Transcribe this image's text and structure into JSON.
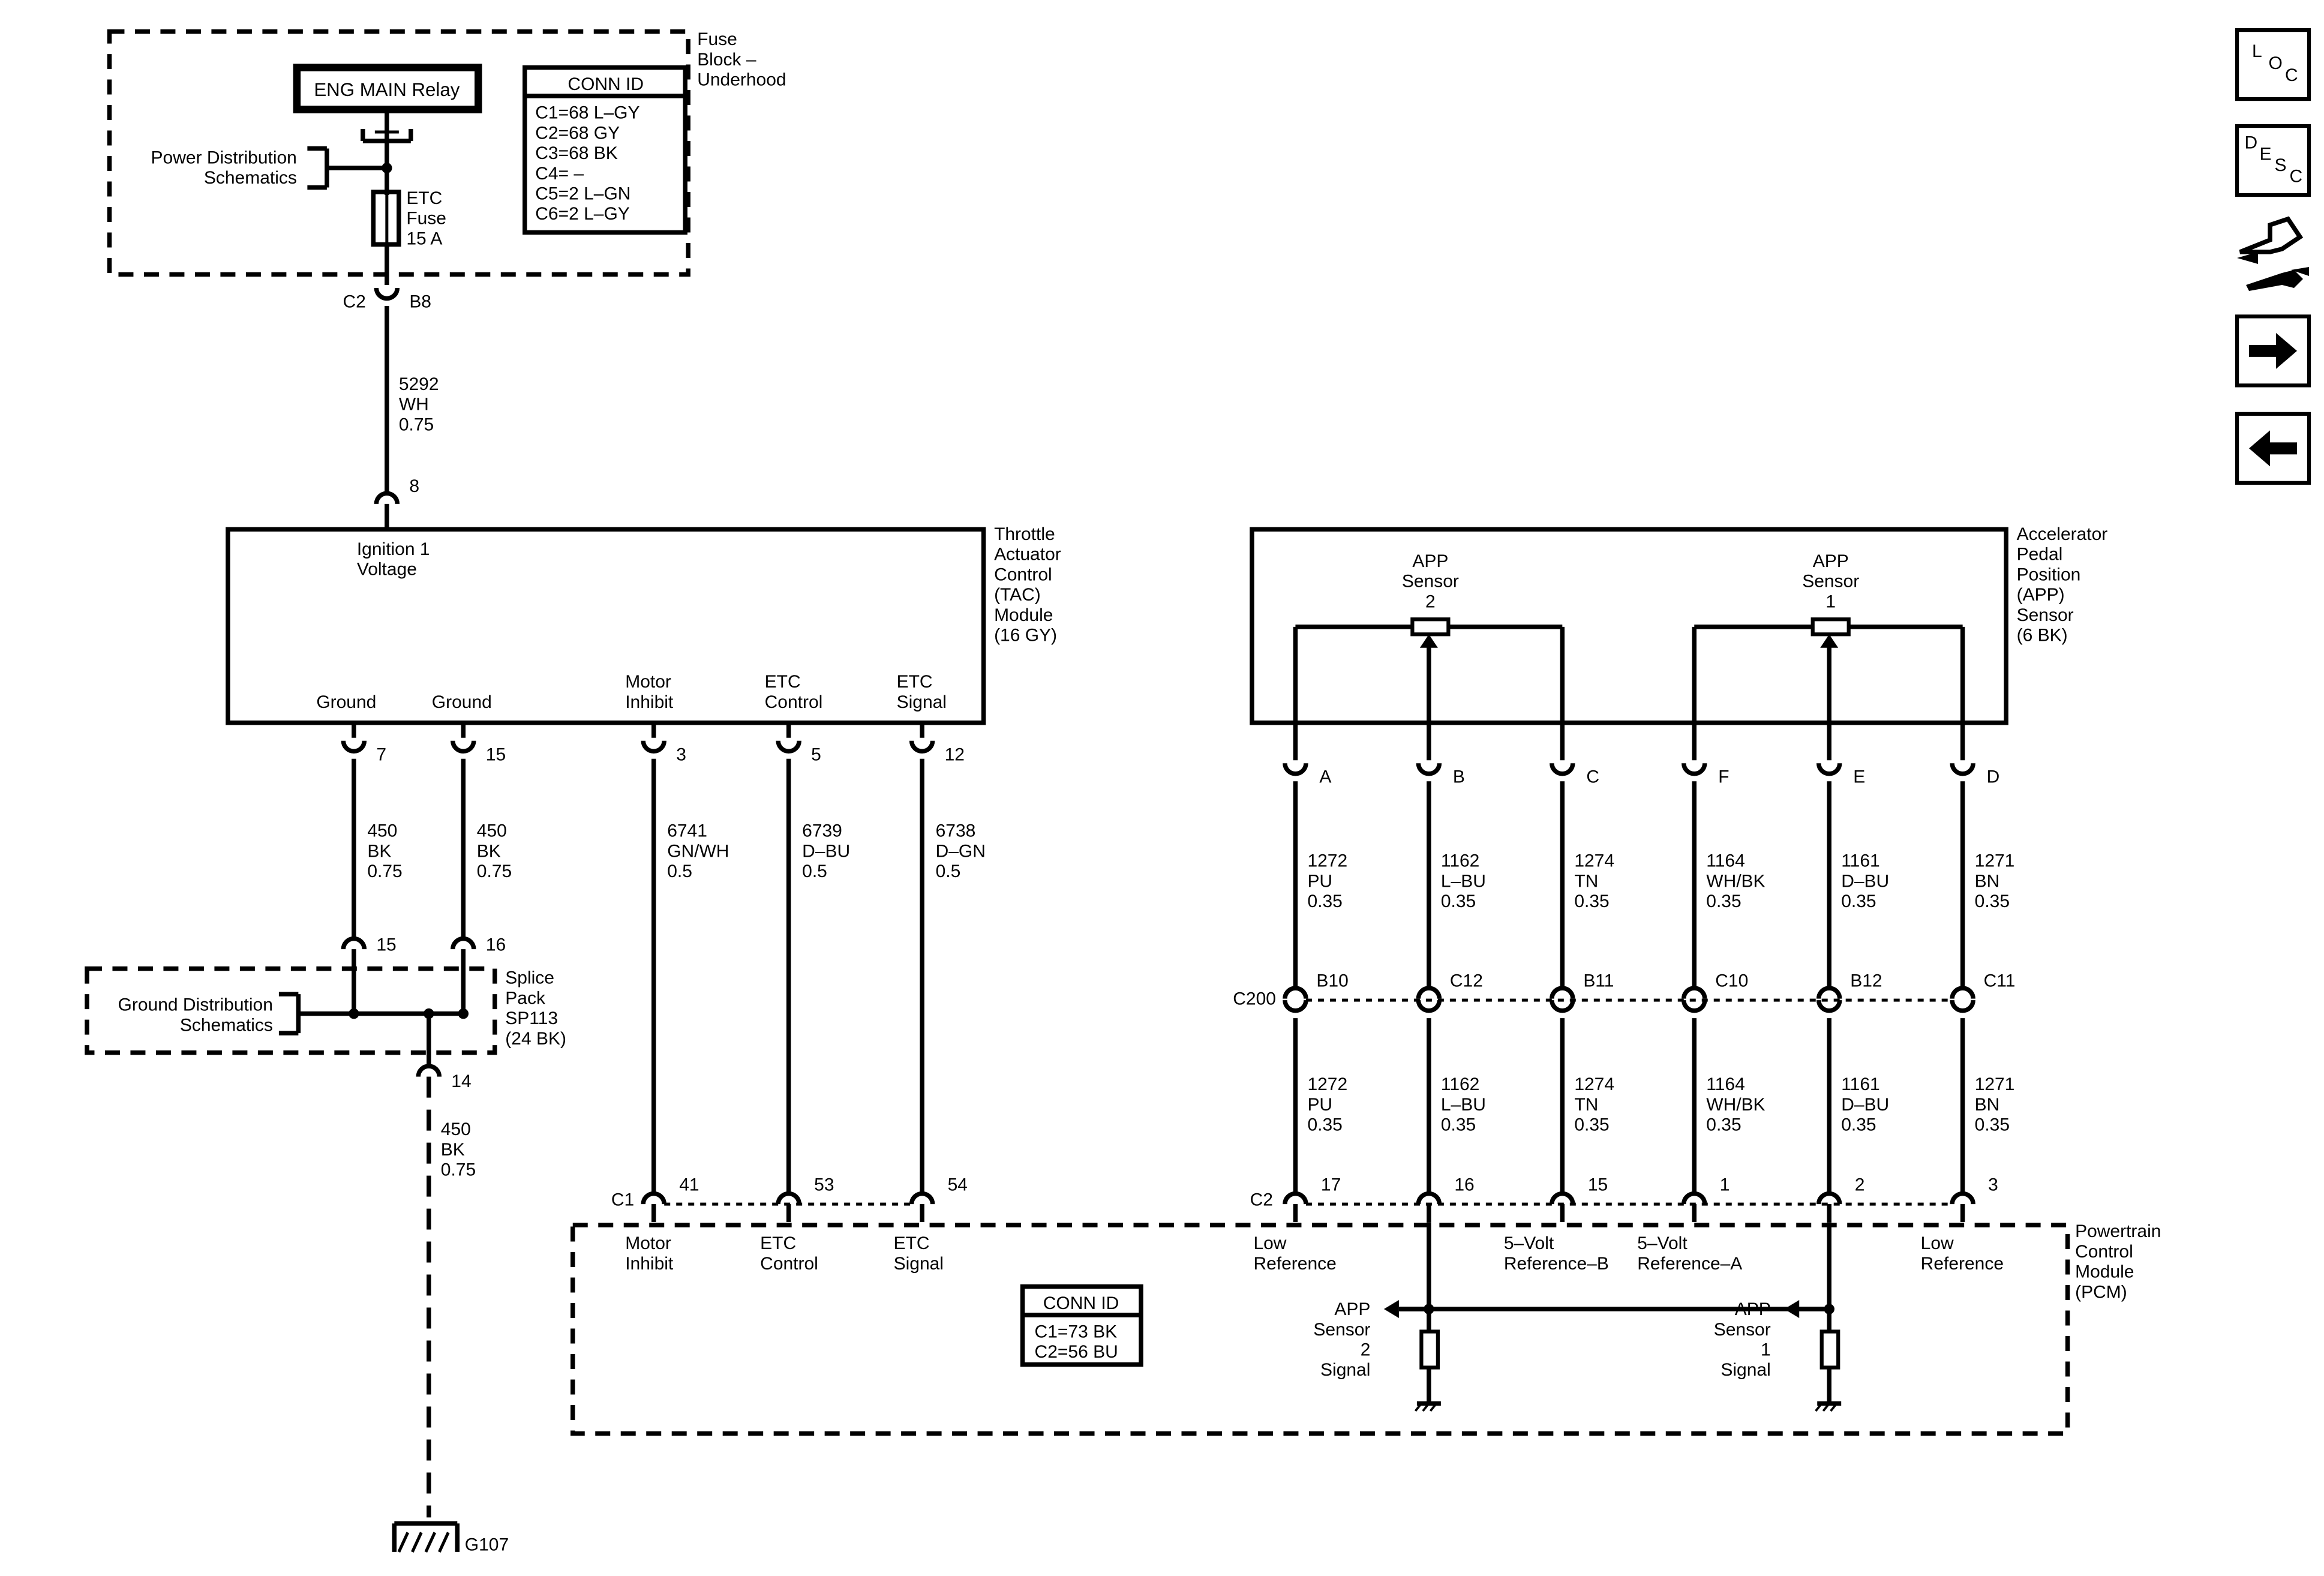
{
  "fuse_block": {
    "title": [
      "Fuse",
      "Block –",
      "Underhood"
    ],
    "relay_label": "ENG MAIN Relay",
    "power_dist": [
      "Power Distribution",
      "Schematics"
    ],
    "fuse_label": [
      "ETC",
      "Fuse",
      "15 A"
    ],
    "conn_id_title": "CONN ID",
    "conn_id_rows": [
      "C1=68 L–GY",
      "C2=68 GY",
      "C3=68 BK",
      "C4= –",
      "C5=2 L–GN",
      "C6=2 L–GY"
    ]
  },
  "fuse_connector": {
    "conn": "C2",
    "pin": "B8"
  },
  "ignition_wire": {
    "circuit": "5292",
    "color": "WH",
    "size": "0.75",
    "pin": "8"
  },
  "tac_module": {
    "title": [
      "Throttle",
      "Actuator",
      "Control",
      "(TAC)",
      "Module",
      "(16 GY)"
    ],
    "ignition_label": [
      "Ignition 1",
      "Voltage"
    ],
    "pins": [
      {
        "label": [
          "Ground"
        ],
        "pin": "7",
        "circuit": "450",
        "color": "BK",
        "size": "0.75"
      },
      {
        "label": [
          "Ground"
        ],
        "pin": "15",
        "circuit": "450",
        "color": "BK",
        "size": "0.75"
      },
      {
        "label": [
          "Motor",
          "Inhibit"
        ],
        "pin": "3",
        "circuit": "6741",
        "color": "GN/WH",
        "size": "0.5"
      },
      {
        "label": [
          "ETC",
          "Control"
        ],
        "pin": "5",
        "circuit": "6739",
        "color": "D–BU",
        "size": "0.5"
      },
      {
        "label": [
          "ETC",
          "Signal"
        ],
        "pin": "12",
        "circuit": "6738",
        "color": "D–GN",
        "size": "0.5"
      }
    ]
  },
  "splice_pack": {
    "title": [
      "Splice",
      "Pack",
      "SP113",
      "(24 BK)"
    ],
    "ground_dist": [
      "Ground Distribution",
      "Schematics"
    ],
    "in_pins": [
      "15",
      "16"
    ],
    "out_pin": "14",
    "out_wire": {
      "circuit": "450",
      "color": "BK",
      "size": "0.75"
    },
    "ground": "G107"
  },
  "app_sensor": {
    "title": [
      "Accelerator",
      "Pedal",
      "Position",
      "(APP)",
      "Sensor",
      "(6 BK)"
    ],
    "sensor2": [
      "APP",
      "Sensor",
      "2"
    ],
    "sensor1": [
      "APP",
      "Sensor",
      "1"
    ],
    "wires": [
      {
        "pin": "A",
        "c200": "B10",
        "pcm_pin": "17",
        "circuit": "1272",
        "color": "PU",
        "size": "0.35",
        "pcm_label": [
          "Low",
          "Reference"
        ]
      },
      {
        "pin": "B",
        "c200": "C12",
        "pcm_pin": "16",
        "circuit": "1162",
        "color": "L–BU",
        "size": "0.35",
        "pcm_label": []
      },
      {
        "pin": "C",
        "c200": "B11",
        "pcm_pin": "15",
        "circuit": "1274",
        "color": "TN",
        "size": "0.35",
        "pcm_label": [
          "5–Volt",
          "Reference–B"
        ]
      },
      {
        "pin": "F",
        "c200": "C10",
        "pcm_pin": "1",
        "circuit": "1164",
        "color": "WH/BK",
        "size": "0.35",
        "pcm_label": [
          "5–Volt",
          "Reference–A"
        ]
      },
      {
        "pin": "E",
        "c200": "B12",
        "pcm_pin": "2",
        "circuit": "1161",
        "color": "D–BU",
        "size": "0.35",
        "pcm_label": []
      },
      {
        "pin": "D",
        "c200": "C11",
        "pcm_pin": "3",
        "circuit": "1271",
        "color": "BN",
        "size": "0.35",
        "pcm_label": [
          "Low",
          "Reference"
        ]
      }
    ],
    "c200_label": "C200"
  },
  "pcm": {
    "title": [
      "Powertrain",
      "Control",
      "Module",
      "(PCM)"
    ],
    "c1_label": "C1",
    "c2_label": "C2",
    "c1_pins": [
      "41",
      "53",
      "54"
    ],
    "c1_labels": [
      [
        "Motor",
        "Inhibit"
      ],
      [
        "ETC",
        "Control"
      ],
      [
        "ETC",
        "Signal"
      ]
    ],
    "conn_id_title": "CONN ID",
    "conn_id_rows": [
      "C1=73 BK",
      "C2=56 BU"
    ],
    "app2_signal": [
      "APP",
      "Sensor",
      "2",
      "Signal"
    ],
    "app1_signal": [
      "APP",
      "Sensor",
      "1",
      "Signal"
    ]
  },
  "nav": {
    "loc": [
      "L",
      "O",
      "C"
    ],
    "desc": [
      "D",
      "E",
      "S",
      "C"
    ]
  }
}
